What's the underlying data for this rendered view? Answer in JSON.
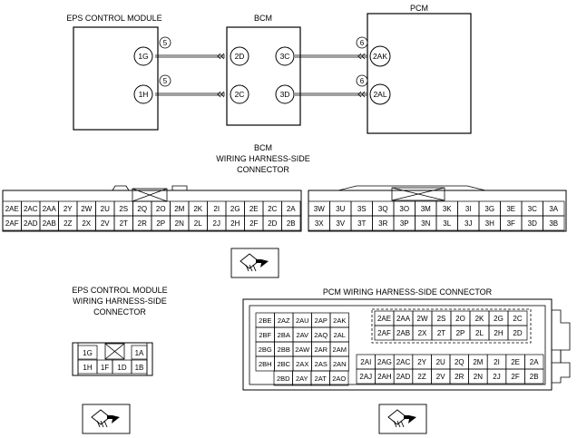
{
  "modules": {
    "eps": {
      "title": "EPS CONTROL MODULE",
      "pins": [
        "1G",
        "1H"
      ]
    },
    "bcm": {
      "title": "BCM",
      "pins_left": [
        "2D",
        "2C"
      ],
      "pins_right": [
        "3C",
        "3D"
      ]
    },
    "pcm": {
      "title": "PCM",
      "pins": [
        "2AK",
        "2AL"
      ]
    }
  },
  "wire_markers": {
    "eps_bcm": [
      "5",
      "5"
    ],
    "bcm_pcm": [
      "6",
      "6"
    ]
  },
  "bcm_connector": {
    "title": [
      "BCM",
      "WIRING HARNESS-SIDE",
      "CONNECTOR"
    ],
    "left_rows": [
      [
        "2AE",
        "2AC",
        "2AA",
        "2Y",
        "2W",
        "2U",
        "2S",
        "2Q",
        "2O",
        "2M",
        "2K",
        "2I",
        "2G",
        "2E",
        "2C",
        "2A"
      ],
      [
        "2AF",
        "2AD",
        "2AB",
        "2Z",
        "2X",
        "2V",
        "2T",
        "2R",
        "2P",
        "2N",
        "2L",
        "2J",
        "2H",
        "2F",
        "2D",
        "2B"
      ]
    ],
    "right_rows": [
      [
        "3W",
        "3U",
        "3S",
        "3Q",
        "3O",
        "3M",
        "3K",
        "3I",
        "3G",
        "3E",
        "3C",
        "3A"
      ],
      [
        "3X",
        "3V",
        "3T",
        "3R",
        "3P",
        "3N",
        "3L",
        "3J",
        "3H",
        "3F",
        "3D",
        "3B"
      ]
    ]
  },
  "eps_connector": {
    "title": [
      "EPS CONTROL MODULE",
      "WIRING HARNESS-SIDE",
      "CONNECTOR"
    ],
    "row1": [
      "1G",
      "1A"
    ],
    "row2": [
      "1H",
      "1F",
      "1D",
      "1B"
    ]
  },
  "pcm_connector": {
    "title": "PCM WIRING HARNESS-SIDE CONNECTOR",
    "left_block": [
      [
        "2BE",
        "2AZ",
        "2AU",
        "2AP",
        "2AK"
      ],
      [
        "2BF",
        "2BA",
        "2AV",
        "2AQ",
        "2AL"
      ],
      [
        "2BG",
        "2BB",
        "2AW",
        "2AR",
        "2AM"
      ],
      [
        "2BH",
        "2BC",
        "2AX",
        "2AS",
        "2AN"
      ],
      [
        "2BD",
        "2AY",
        "2AT",
        "2AO"
      ]
    ],
    "top_block": [
      [
        "2AE",
        "2AA",
        "2W",
        "2S",
        "2O",
        "2K",
        "2G",
        "2C"
      ],
      [
        "2AF",
        "2AB",
        "2X",
        "2T",
        "2P",
        "2L",
        "2H",
        "2D"
      ]
    ],
    "bottom_block": [
      [
        "2AI",
        "2AG",
        "2AC",
        "2Y",
        "2U",
        "2Q",
        "2M",
        "2I",
        "2E",
        "2A"
      ],
      [
        "2AJ",
        "2AH",
        "2AD",
        "2Z",
        "2V",
        "2R",
        "2N",
        "2J",
        "2F",
        "2B"
      ]
    ]
  }
}
